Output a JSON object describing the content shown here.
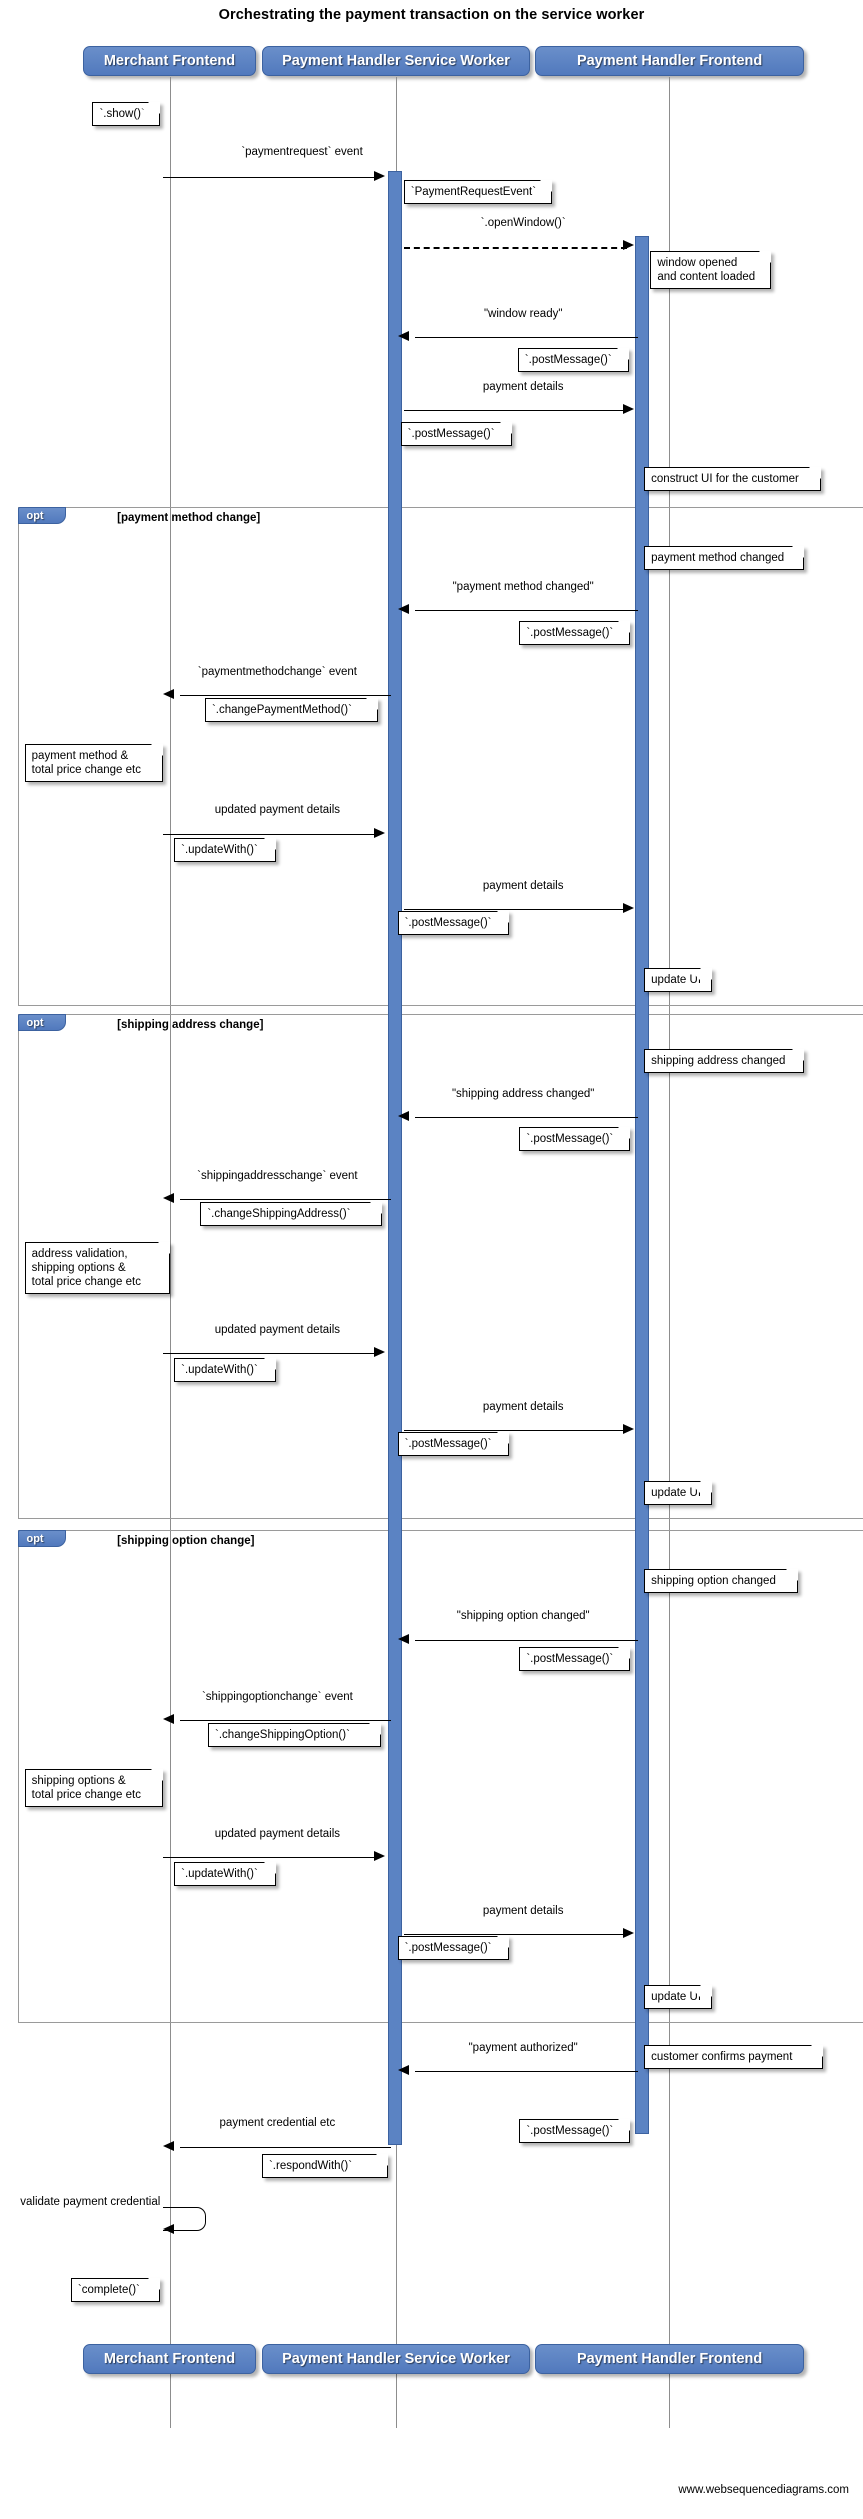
{
  "title": "Orchestrating the payment transaction on the service worker",
  "credit": "www.websequencediagrams.com",
  "colors": {
    "actor_fill": "#5b83c3",
    "actor_border": "#3c62a0",
    "activation_fill": "#5b83c3",
    "fragment_border": "#9a9a9a",
    "note_fill": "#ffffff",
    "line": "#000000"
  },
  "actors": [
    {
      "id": "merchant",
      "label": "Merchant Frontend"
    },
    {
      "id": "sw",
      "label": "Payment Handler Service Worker"
    },
    {
      "id": "frontend",
      "label": "Payment Handler Frontend"
    }
  ],
  "footer_actors": [
    {
      "id": "merchant",
      "label": "Merchant Frontend"
    },
    {
      "id": "sw",
      "label": "Payment Handler Service Worker"
    },
    {
      "id": "frontend",
      "label": "Payment Handler Frontend"
    }
  ],
  "fragments": [
    {
      "id": "opt-payment-method",
      "kind": "opt",
      "condition": "[payment method change]"
    },
    {
      "id": "opt-shipping-address",
      "kind": "opt",
      "condition": "[shipping address change]"
    },
    {
      "id": "opt-shipping-option",
      "kind": "opt",
      "condition": "[shipping option change]"
    }
  ],
  "messages": [
    {
      "id": "m1",
      "label": "`paymentrequest` event",
      "from": "merchant",
      "to": "sw",
      "style": "solid"
    },
    {
      "id": "m2",
      "label": "`.openWindow()`",
      "from": "sw",
      "to": "frontend",
      "style": "dashed"
    },
    {
      "id": "m3",
      "label": "\"window ready\"",
      "from": "frontend",
      "to": "sw",
      "style": "solid"
    },
    {
      "id": "m4",
      "label": "payment details",
      "from": "sw",
      "to": "frontend",
      "style": "solid"
    },
    {
      "id": "m5",
      "label": "\"payment method changed\"",
      "from": "frontend",
      "to": "sw",
      "style": "solid"
    },
    {
      "id": "m6",
      "label": "`paymentmethodchange` event",
      "from": "sw",
      "to": "merchant",
      "style": "solid"
    },
    {
      "id": "m7",
      "label": "updated payment details",
      "from": "merchant",
      "to": "sw",
      "style": "solid"
    },
    {
      "id": "m8",
      "label": "payment details",
      "from": "sw",
      "to": "frontend",
      "style": "solid"
    },
    {
      "id": "m9",
      "label": "\"shipping address changed\"",
      "from": "frontend",
      "to": "sw",
      "style": "solid"
    },
    {
      "id": "m10",
      "label": "`shippingaddresschange` event",
      "from": "sw",
      "to": "merchant",
      "style": "solid"
    },
    {
      "id": "m11",
      "label": "updated payment details",
      "from": "merchant",
      "to": "sw",
      "style": "solid"
    },
    {
      "id": "m12",
      "label": "payment details",
      "from": "sw",
      "to": "frontend",
      "style": "solid"
    },
    {
      "id": "m13",
      "label": "\"shipping option changed\"",
      "from": "frontend",
      "to": "sw",
      "style": "solid"
    },
    {
      "id": "m14",
      "label": "`shippingoptionchange` event",
      "from": "sw",
      "to": "merchant",
      "style": "solid"
    },
    {
      "id": "m15",
      "label": "updated payment details",
      "from": "merchant",
      "to": "sw",
      "style": "solid"
    },
    {
      "id": "m16",
      "label": "payment details",
      "from": "sw",
      "to": "frontend",
      "style": "solid"
    },
    {
      "id": "m17",
      "label": "\"payment authorized\"",
      "from": "frontend",
      "to": "sw",
      "style": "solid"
    },
    {
      "id": "m18",
      "label": "payment credential etc",
      "from": "sw",
      "to": "merchant",
      "style": "solid"
    },
    {
      "id": "m19",
      "label": "validate payment credential",
      "from": "merchant",
      "to": "merchant",
      "style": "self"
    }
  ],
  "notes": [
    {
      "id": "n1",
      "text": "`.show()`"
    },
    {
      "id": "n2",
      "text": "`PaymentRequestEvent`"
    },
    {
      "id": "n3",
      "text": "window opened\nand content loaded"
    },
    {
      "id": "n4",
      "text": "`.postMessage()`"
    },
    {
      "id": "n5",
      "text": "`.postMessage()`"
    },
    {
      "id": "n6",
      "text": "construct UI for the customer"
    },
    {
      "id": "n7",
      "text": "payment method changed"
    },
    {
      "id": "n8",
      "text": "`.postMessage()`"
    },
    {
      "id": "n9",
      "text": "`.changePaymentMethod()`"
    },
    {
      "id": "n10",
      "text": "payment method &\ntotal price change etc"
    },
    {
      "id": "n11",
      "text": "`.updateWith()`"
    },
    {
      "id": "n12",
      "text": "`.postMessage()`"
    },
    {
      "id": "n13",
      "text": "update UI"
    },
    {
      "id": "n14",
      "text": "shipping address changed"
    },
    {
      "id": "n15",
      "text": "`.postMessage()`"
    },
    {
      "id": "n16",
      "text": "`.changeShippingAddress()`"
    },
    {
      "id": "n17",
      "text": "address validation,\nshipping options &\ntotal price change etc"
    },
    {
      "id": "n18",
      "text": "`.updateWith()`"
    },
    {
      "id": "n19",
      "text": "`.postMessage()`"
    },
    {
      "id": "n20",
      "text": "update UI"
    },
    {
      "id": "n21",
      "text": "shipping option changed"
    },
    {
      "id": "n22",
      "text": "`.postMessage()`"
    },
    {
      "id": "n23",
      "text": "`.changeShippingOption()`"
    },
    {
      "id": "n24",
      "text": "shipping options &\ntotal price change etc"
    },
    {
      "id": "n25",
      "text": "`.updateWith()`"
    },
    {
      "id": "n26",
      "text": "`.postMessage()`"
    },
    {
      "id": "n27",
      "text": "update UI"
    },
    {
      "id": "n28",
      "text": "customer confirms payment"
    },
    {
      "id": "n29",
      "text": "`.postMessage()`"
    },
    {
      "id": "n30",
      "text": "`.respondWith()`"
    },
    {
      "id": "n31",
      "text": "`complete()`"
    }
  ]
}
